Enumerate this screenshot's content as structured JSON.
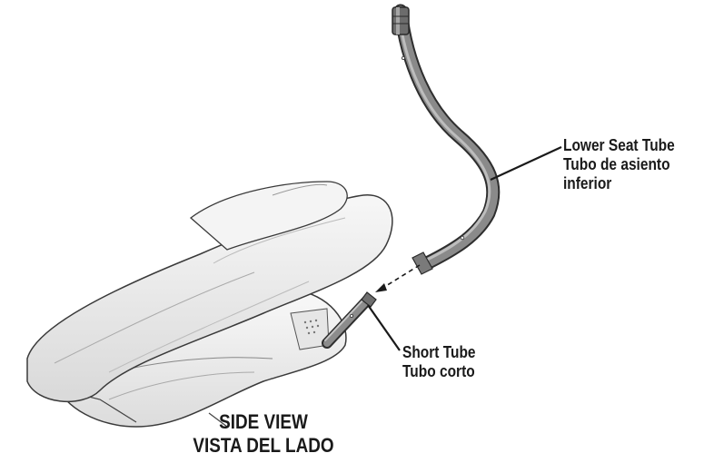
{
  "labels": {
    "lower_seat_tube": {
      "line1": "Lower Seat Tube",
      "line2": "Tubo de asiento",
      "line3": "inferior"
    },
    "short_tube": {
      "line1": "Short Tube",
      "line2": "Tubo corto"
    }
  },
  "view_title": {
    "line1": "SIDE VIEW",
    "line2": "VISTA DEL LADO"
  },
  "colors": {
    "tube_dark": "#4a4a4a",
    "tube_light": "#8e8e8e",
    "seat_fleece": "#efefef",
    "line": "#1a1a1a"
  }
}
